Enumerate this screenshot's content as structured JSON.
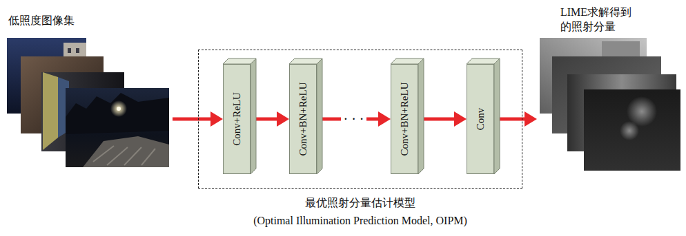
{
  "diagram": {
    "nodes": [
      {
        "text": [
          "低照度图像集"
        ]
      },
      {
        "text": [
          "最优照射分量估计模型",
          "(Optimal Illumination Prediction Model, OIPM)"
        ]
      },
      {
        "text": [
          "Conv+ReLU"
        ],
        "in": 1
      },
      {
        "text": [
          "Conv+BN+ReLU"
        ],
        "in": 1
      },
      {
        "text": [
          "Conv+BN+ReLU"
        ],
        "in": 1
      },
      {
        "text": [
          "Conv"
        ],
        "in": 1
      },
      {
        "text": [
          "LIME求解得到 的照射分量"
        ]
      }
    ],
    "edges": [
      {
        "from": 0,
        "to": 2,
        "arrow": "to"
      },
      {
        "from": 2,
        "to": 3,
        "arrow": "to"
      },
      {
        "from": 3,
        "to": 4,
        "arrow": "to",
        "label": "· · ·"
      },
      {
        "from": 4,
        "to": 5,
        "arrow": "to"
      },
      {
        "from": 5,
        "to": 6,
        "arrow": "to"
      }
    ]
  }
}
